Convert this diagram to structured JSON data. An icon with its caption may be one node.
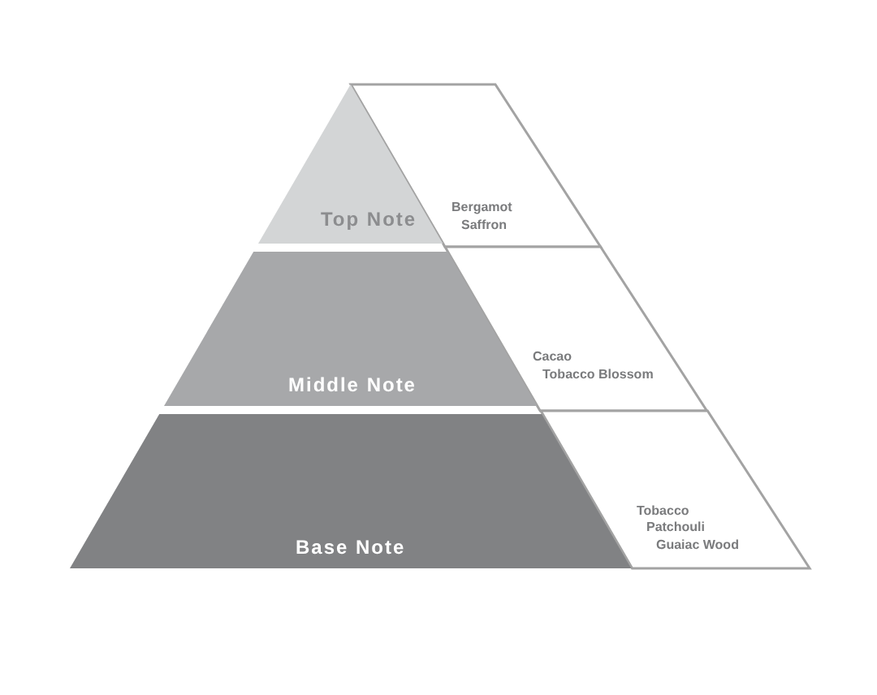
{
  "diagram": {
    "nodes": [
      {
        "text": [
          "Top Note"
        ]
      },
      {
        "text": [
          "Bergamot",
          "Saffron"
        ]
      },
      {
        "text": [
          "Middle Note"
        ]
      },
      {
        "text": [
          "Cacao",
          "Tobacco Blossom"
        ]
      },
      {
        "text": [
          "Base Note"
        ]
      },
      {
        "text": [
          "Tobacco",
          "Patchouli",
          "Guaiac Wood"
        ]
      }
    ]
  }
}
